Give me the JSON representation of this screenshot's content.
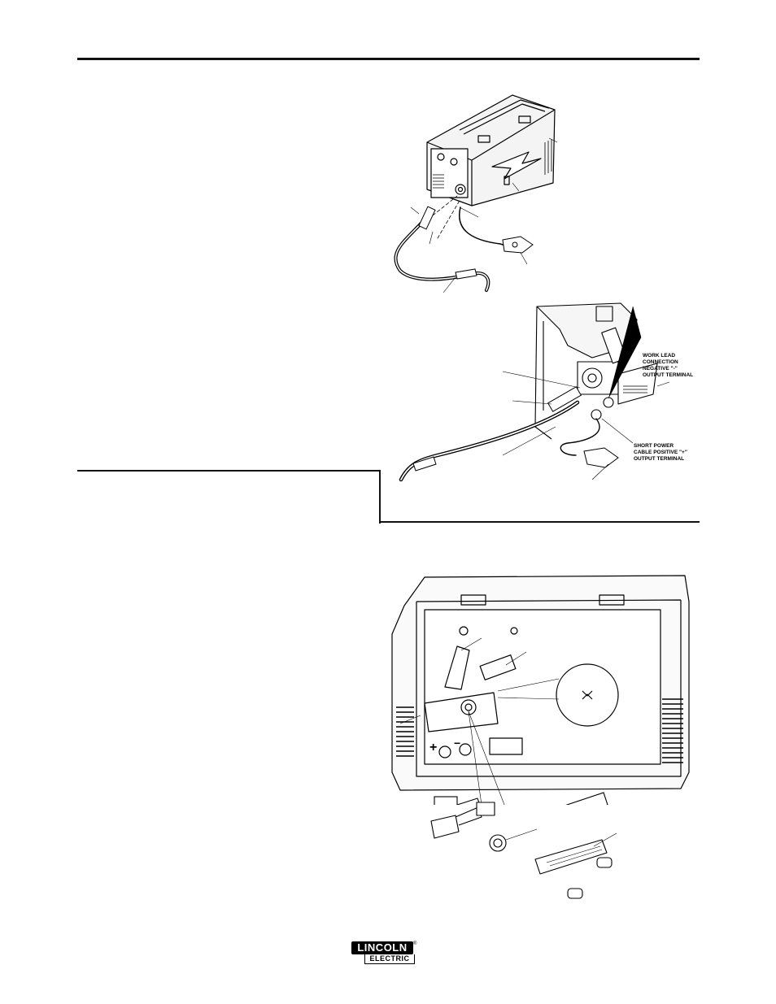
{
  "callouts": {
    "work_lead": [
      "WORK LEAD",
      "CONNECTION",
      "NEGATIVE \"-\"",
      "OUTPUT TERMINAL"
    ],
    "short_power": [
      "SHORT POWER",
      "CABLE POSITIVE \"+\"",
      "OUTPUT TERMINAL"
    ]
  },
  "panel_marks": {
    "plus": "+",
    "minus": "−"
  },
  "logo": {
    "line1": "LINCOLN",
    "line2": "ELECTRIC",
    "mark": "®"
  }
}
